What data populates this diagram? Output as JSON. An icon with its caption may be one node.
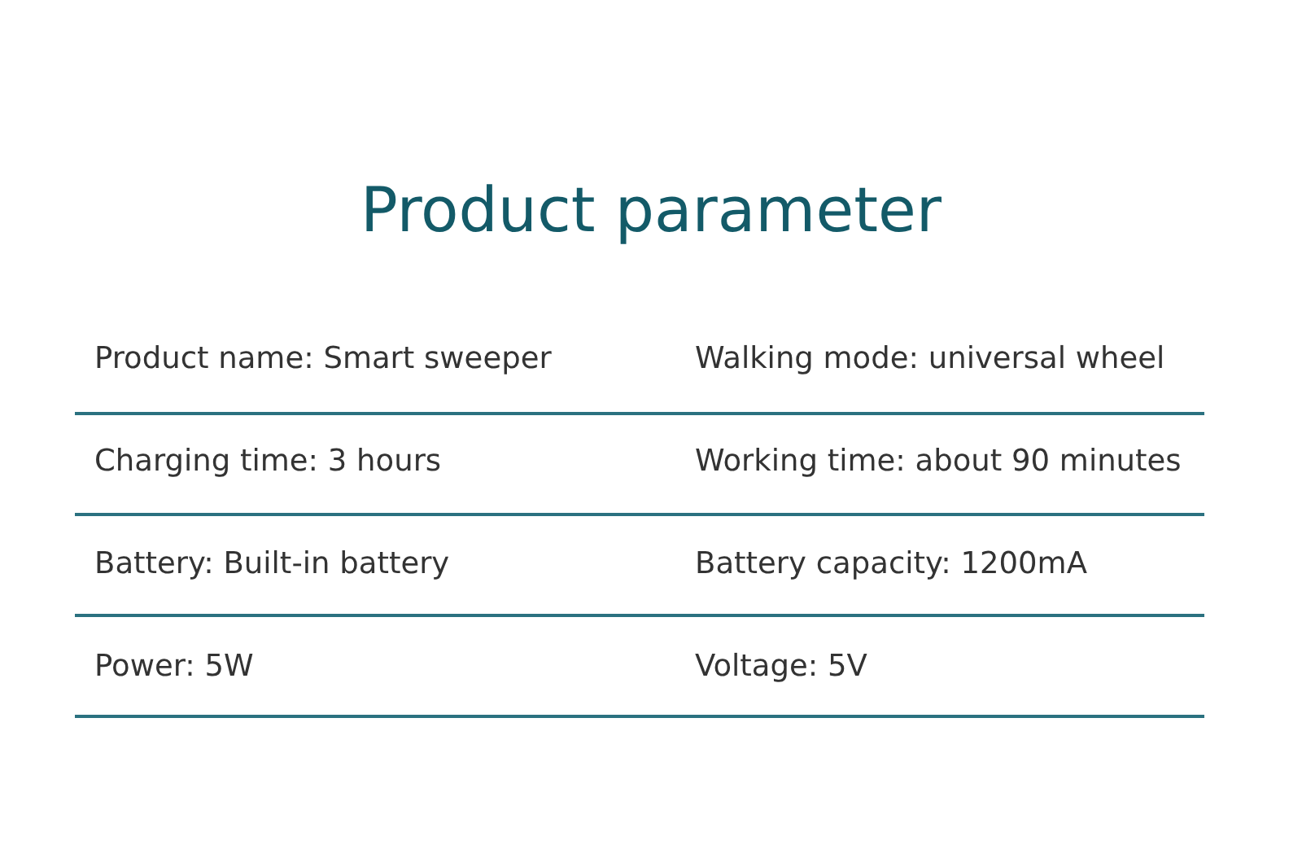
{
  "diagram": {
    "title": "Product parameter",
    "labels": [
      "Product name: Smart sweeper",
      "Walking mode: universal wheel",
      "Charging time: 3 hours",
      "Working time: about 90 minutes",
      "Battery: Built-in battery",
      "Battery capacity: 1200mA",
      "Power: 5W",
      "Voltage: 5V"
    ]
  }
}
